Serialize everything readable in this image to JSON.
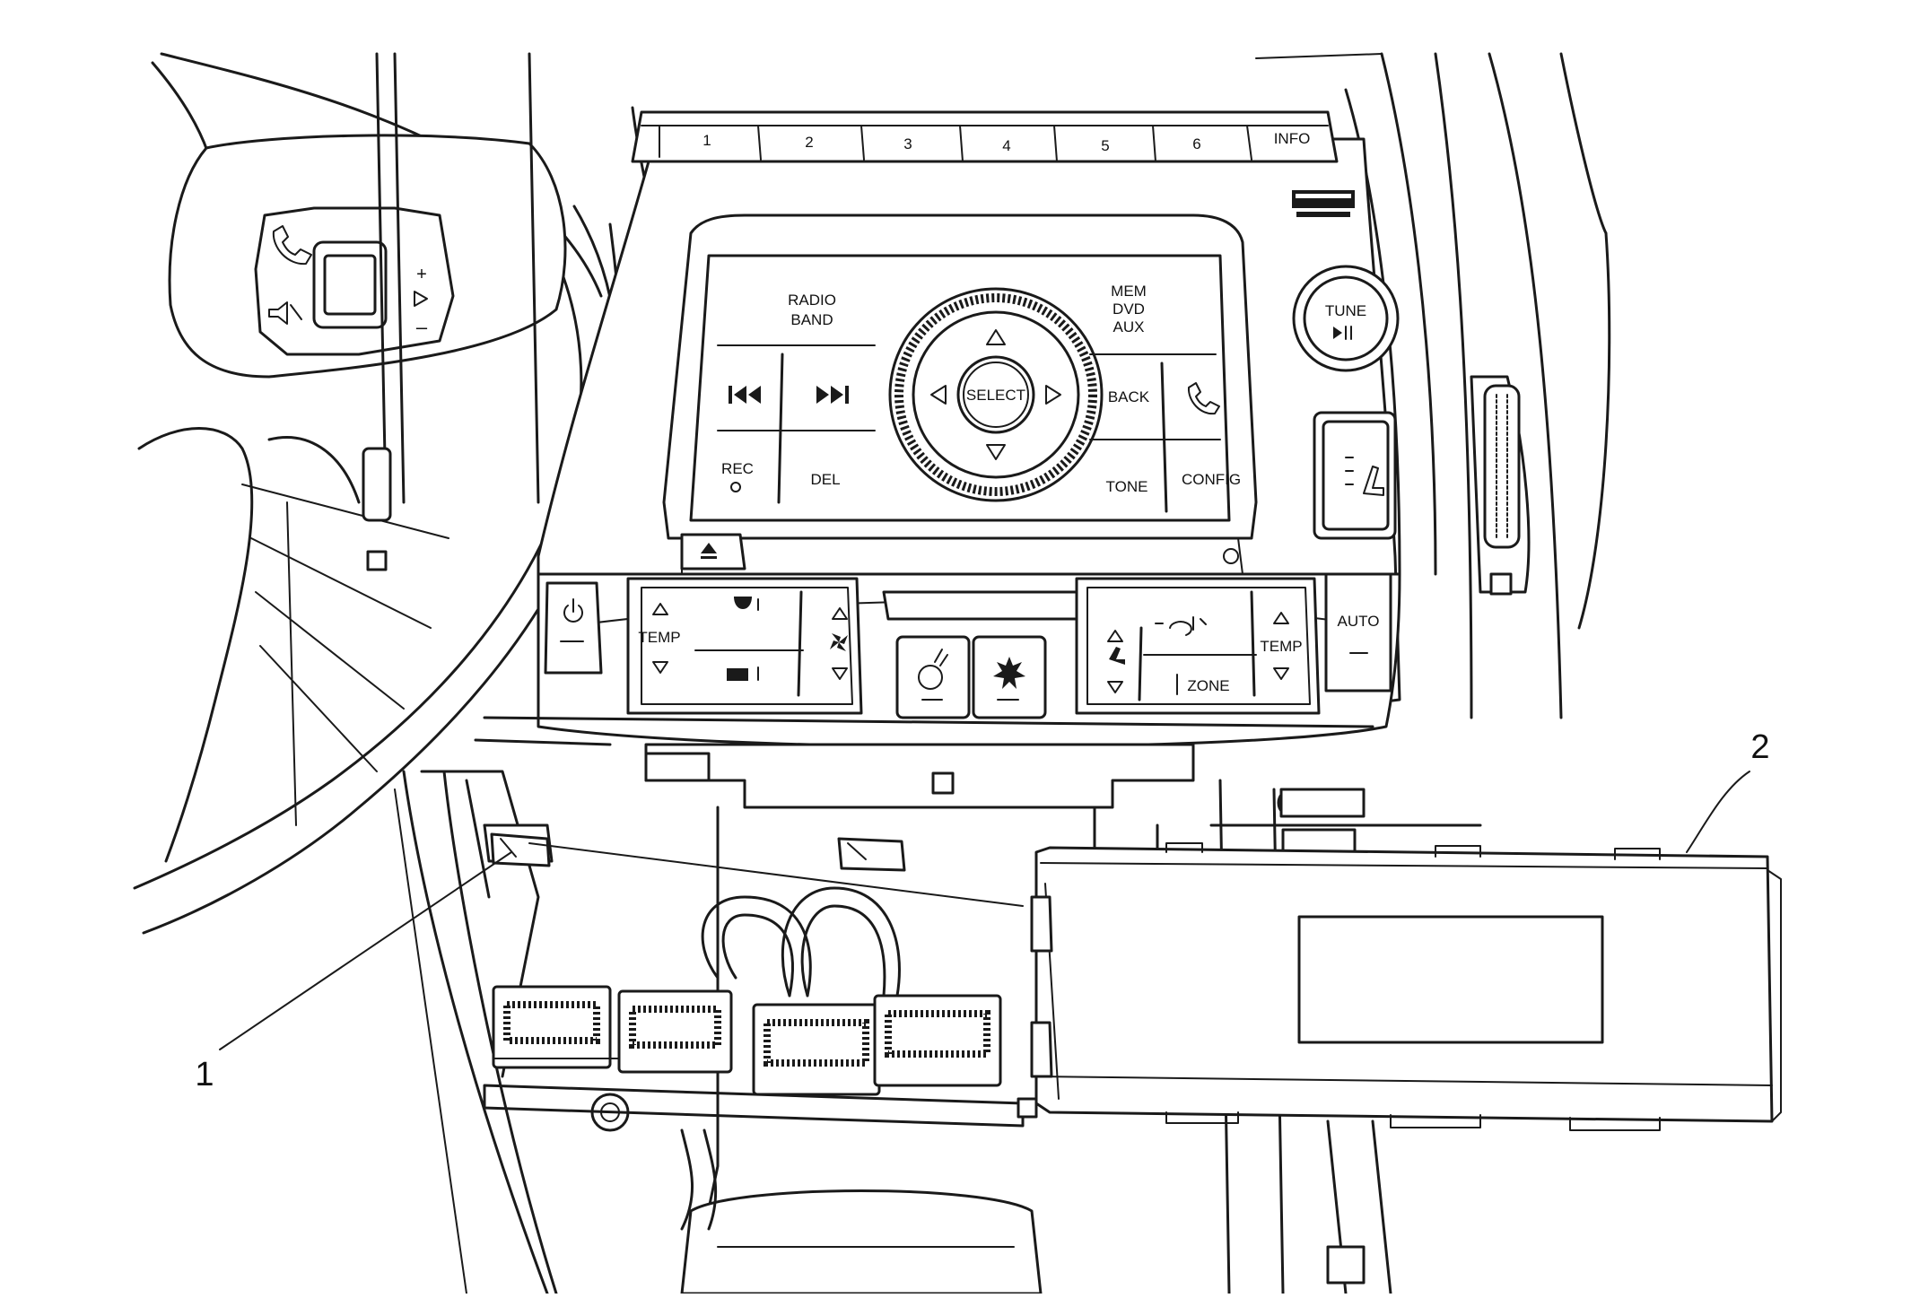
{
  "radio": {
    "presets": [
      "1",
      "2",
      "3",
      "4",
      "5",
      "6"
    ],
    "info": "INFO",
    "radio_band": [
      "RADIO",
      "BAND"
    ],
    "mem_dvd_aux": [
      "MEM",
      "DVD",
      "AUX"
    ],
    "select": "SELECT",
    "back": "BACK",
    "rec": "REC",
    "del": "DEL",
    "tone": "TONE",
    "config": "CONFIG",
    "tune": "TUNE"
  },
  "climate": {
    "temp_left": "TEMP",
    "temp_right": "TEMP",
    "zone": "ZONE",
    "auto": "AUTO"
  },
  "callouts": {
    "item1": "1",
    "item2": "2"
  },
  "icons": [
    "phone-icon",
    "mute-icon",
    "volume-icon",
    "prev-track-icon",
    "next-track-icon",
    "eject-icon",
    "power-icon",
    "fan-icon",
    "defrost-icon",
    "rear-defrost-icon",
    "heated-seat-icon",
    "recirculation-icon",
    "heated-steering-icon",
    "ac-icon"
  ]
}
